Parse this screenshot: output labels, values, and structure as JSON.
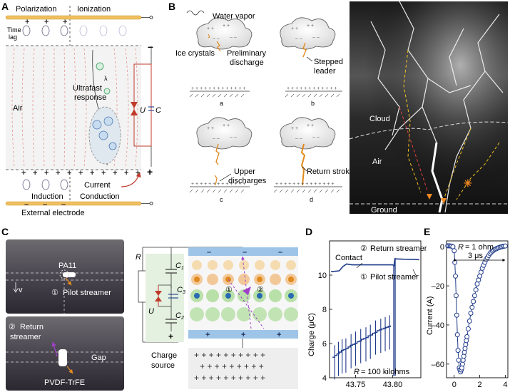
{
  "panels": {
    "a": {
      "label": "A",
      "header_left": "Polarization",
      "header_right": "Ionization",
      "time_lag": [
        "Time",
        "lag"
      ],
      "ultrafast": [
        "Ultrafast",
        "response"
      ],
      "air": "Air",
      "current": "Current",
      "induction": "Induction",
      "conduction": "Conduction",
      "external_electrode": "External electrode",
      "circuit_u": "U",
      "circuit_c": "C",
      "lambda": "λ"
    },
    "b": {
      "label": "B",
      "water_vapor": "Water vapor",
      "ice_crystals": "Ice crystals",
      "preliminary": [
        "Preliminary",
        "discharge"
      ],
      "stepped": [
        "Stepped",
        "leader"
      ],
      "upper": [
        "Upper",
        "discharges"
      ],
      "return_stroke": "Return stroke",
      "sub_labels": [
        "a",
        "b",
        "c",
        "d"
      ],
      "photo_cloud": "Cloud",
      "photo_air": "Air",
      "photo_ground": "Ground"
    },
    "c": {
      "label": "C",
      "pa11": "PA11",
      "pilot_marker": "①",
      "pilot": "Pilot streamer",
      "v": "v",
      "return_marker": "②",
      "return_line1": "Return",
      "return_line2": "streamer",
      "gap": "Gap",
      "pvdf": "PVDF-TrFE",
      "r": "R",
      "c1": "C",
      "c1_sub": "1",
      "c2": "C",
      "c2_sub": "2",
      "c3": "C",
      "c3_sub": "3",
      "u": "U",
      "charge_source": [
        "Charge",
        "source"
      ],
      "marker1": "①",
      "marker2": "②"
    },
    "d": {
      "label": "D",
      "ylabel": "Charge (μC)",
      "x_ticks": [
        "43.75",
        "43.80"
      ],
      "y_ticks": [
        "4",
        "6",
        "8",
        "10"
      ],
      "ann_return_marker": "②",
      "ann_return": "Return streamer",
      "ann_contact": "Contact",
      "ann_pilot_marker": "①",
      "ann_pilot": "Pilot streamer",
      "ann_r": "R",
      "ann_r_value": "= 100 kilohms"
    },
    "e": {
      "label": "E",
      "ylabel": "Current (A)",
      "x_ticks": [
        "0",
        "2",
        "4"
      ],
      "y_ticks": [
        "0",
        "–20",
        "–40",
        "–60"
      ],
      "ann_r": "R",
      "ann_r_value": "= 1 ohm",
      "ann_time": "3 μs"
    }
  },
  "chart_data": [
    {
      "type": "line",
      "panel": "D",
      "xlabel": "",
      "ylabel": "Charge (μC)",
      "xlim": [
        43.715,
        43.838
      ],
      "ylim": [
        4,
        12
      ],
      "series": [
        {
          "x": [
            43.717,
            43.728,
            43.733,
            43.738,
            43.745,
            43.76,
            43.775,
            43.79,
            43.8,
            43.802,
            43.8025,
            43.803,
            43.815,
            43.83,
            43.836
          ],
          "values": [
            10.2,
            10.25,
            10.5,
            10.65,
            10.6,
            10.6,
            10.6,
            10.6,
            10.6,
            10.55,
            10.8,
            10.95,
            10.93,
            10.92,
            10.9
          ]
        },
        {
          "x": [
            43.719,
            43.722,
            43.725,
            43.728,
            43.731,
            43.734,
            43.737,
            43.74,
            43.743,
            43.746,
            43.749,
            43.752,
            43.755,
            43.758,
            43.761,
            43.764,
            43.767,
            43.77,
            43.773,
            43.776,
            43.779,
            43.782,
            43.785,
            43.788,
            43.791,
            43.794,
            43.797
          ],
          "values": [
            5.2,
            5.3,
            5.4,
            5.5,
            5.6,
            5.65,
            5.7,
            5.8,
            5.9,
            5.95,
            6.0,
            6.1,
            6.15,
            6.25,
            6.3,
            6.35,
            6.45,
            6.5,
            6.6,
            6.65,
            6.75,
            6.8,
            6.85,
            6.9,
            6.95,
            7.0,
            7.05
          ]
        }
      ],
      "spike_x": [
        43.722,
        43.727,
        43.732,
        43.737,
        43.744,
        43.75,
        43.757,
        43.764,
        43.77,
        43.777,
        43.784,
        43.79,
        43.796
      ],
      "drop_x": 43.8015
    },
    {
      "type": "scatter",
      "panel": "E",
      "xlabel": "",
      "ylabel": "Current (A)",
      "xlim": [
        -0.6,
        4.2
      ],
      "ylim": [
        -67,
        3
      ],
      "series": [
        {
          "x": [
            -0.5,
            -0.4,
            -0.3,
            -0.2,
            -0.1,
            0.0,
            0.05,
            0.1,
            0.15,
            0.2,
            0.25,
            0.3,
            0.35,
            0.4,
            0.45,
            0.5,
            0.55,
            0.6,
            0.65,
            0.7,
            0.75,
            0.8,
            0.85,
            0.9,
            0.95,
            1.0,
            1.1,
            1.2,
            1.3,
            1.4,
            1.5,
            1.6,
            1.7,
            1.8,
            1.9,
            2.0,
            2.1,
            2.2,
            2.3,
            2.4,
            2.5,
            2.6,
            2.7,
            2.8,
            2.9,
            3.0,
            3.1,
            3.2,
            3.3,
            3.4,
            3.5,
            3.6,
            3.7,
            3.8,
            3.9,
            4.0
          ],
          "values": [
            0.5,
            0.5,
            0.4,
            0.3,
            0,
            -2,
            -8,
            -15,
            -25,
            -35,
            -45,
            -53,
            -58,
            -62,
            -63,
            -64,
            -63,
            -62,
            -60,
            -58,
            -56,
            -54,
            -52,
            -50,
            -48,
            -46,
            -42,
            -38,
            -34,
            -31,
            -28,
            -25,
            -22,
            -19,
            -17,
            -15,
            -13,
            -11,
            -9.5,
            -8,
            -6.5,
            -5.5,
            -4.5,
            -3.5,
            -2.8,
            -2.2,
            -1.7,
            -1.3,
            -1.0,
            -0.7,
            -0.4,
            -0.2,
            0,
            0.2,
            0.3,
            0.4
          ]
        }
      ]
    }
  ]
}
